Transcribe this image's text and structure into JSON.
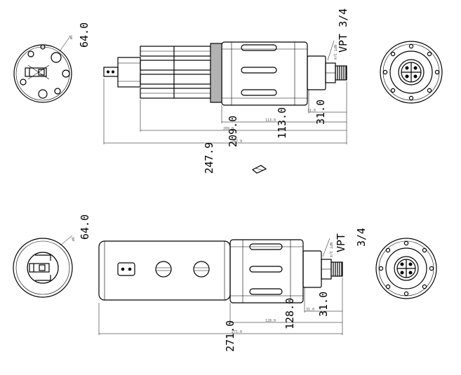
{
  "top_view": {
    "diameter_label": "64.0",
    "diameter_small": "ø6",
    "thread_label": "VPT 3/4",
    "thread_small": "NPT 3/4",
    "dims": {
      "d247": "247.9",
      "d209": "209.0",
      "d113": "113.0",
      "d31": "31.0",
      "d247_small": "247.9",
      "d209_small": "209.0",
      "d113_small": "113.0",
      "d31_small": "31.0"
    }
  },
  "bottom_view": {
    "diameter_label": "64.0",
    "diameter_small": "ø6",
    "thread_label_a": "VPT",
    "thread_label_b": "3/4",
    "thread_small": "NPT 3/4",
    "dims": {
      "d271": "271.0",
      "d128": "128.0",
      "d31": "31.0",
      "d271_small": "271.0",
      "d128_small": "128.0",
      "d31_small": "31.0"
    }
  }
}
